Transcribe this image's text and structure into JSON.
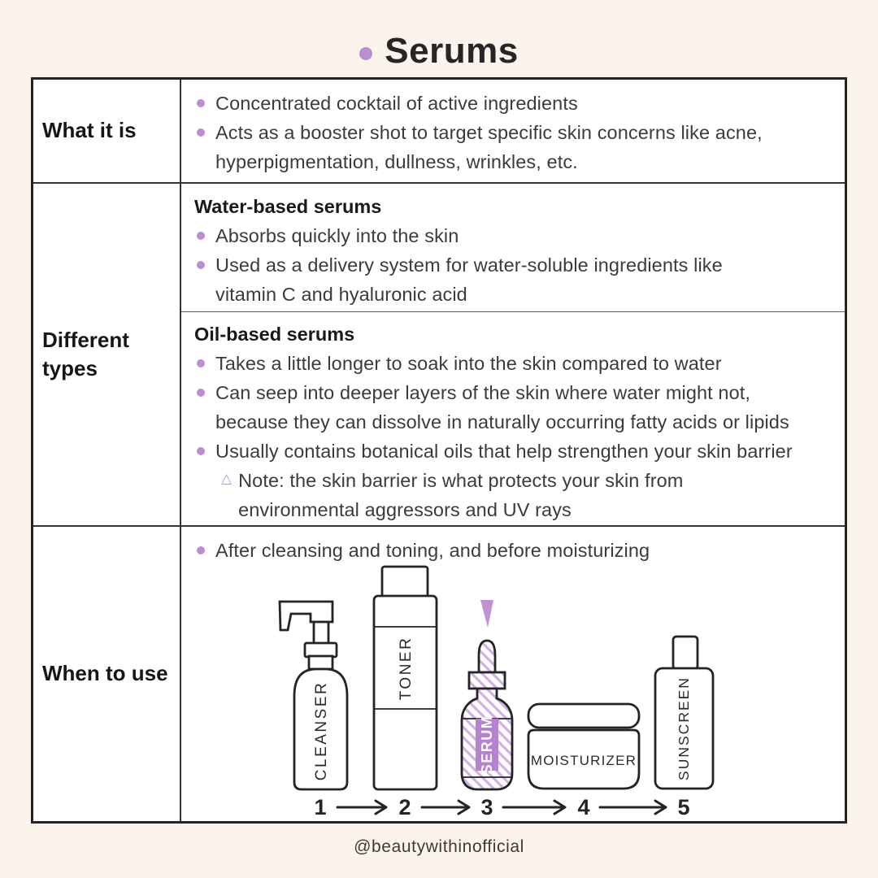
{
  "title": {
    "text": "Serums"
  },
  "colors": {
    "background": "#faf4ed",
    "accent": "#ba8ed0",
    "serum_label": "#b583cf",
    "hatch": "#d4afe6",
    "pointer": "#bd93d6",
    "border": "#242424",
    "text": "#3b3b3b"
  },
  "table": {
    "rows": [
      {
        "label": "What it is",
        "bullets": [
          "Concentrated cocktail of active ingredients",
          "Acts as a booster shot to target specific skin concerns like acne,\nhyperpigmentation, dullness, wrinkles, etc."
        ]
      },
      {
        "label": "Different types",
        "sections": [
          {
            "heading": "Water-based serums",
            "bullets": [
              "Absorbs quickly into the skin",
              "Used as a delivery system for water-soluble ingredients like\nvitamin C and hyaluronic acid"
            ]
          },
          {
            "heading": "Oil-based serums",
            "bullets": [
              "Takes a little longer to soak into the skin compared to water",
              "Can seep into deeper layers of the skin where water might not,\nbecause they can dissolve in naturally occurring fatty acids or lipids",
              "Usually contains botanical oils that help strengthen your skin barrier"
            ],
            "note": "Note: the skin barrier is what protects your skin from\nenvironmental aggressors and UV rays"
          }
        ]
      },
      {
        "label": "When to use",
        "bullets": [
          "After cleansing and toning, and before moisturizing"
        ],
        "routine": {
          "products": [
            {
              "step": "1",
              "name": "CLEANSER"
            },
            {
              "step": "2",
              "name": "TONER"
            },
            {
              "step": "3",
              "name": "SERUM",
              "highlighted": true
            },
            {
              "step": "4",
              "name": "MOISTURIZER"
            },
            {
              "step": "5",
              "name": "SUNSCREEN"
            }
          ]
        }
      }
    ]
  },
  "footer": {
    "handle": "@beautywithinofficial"
  }
}
